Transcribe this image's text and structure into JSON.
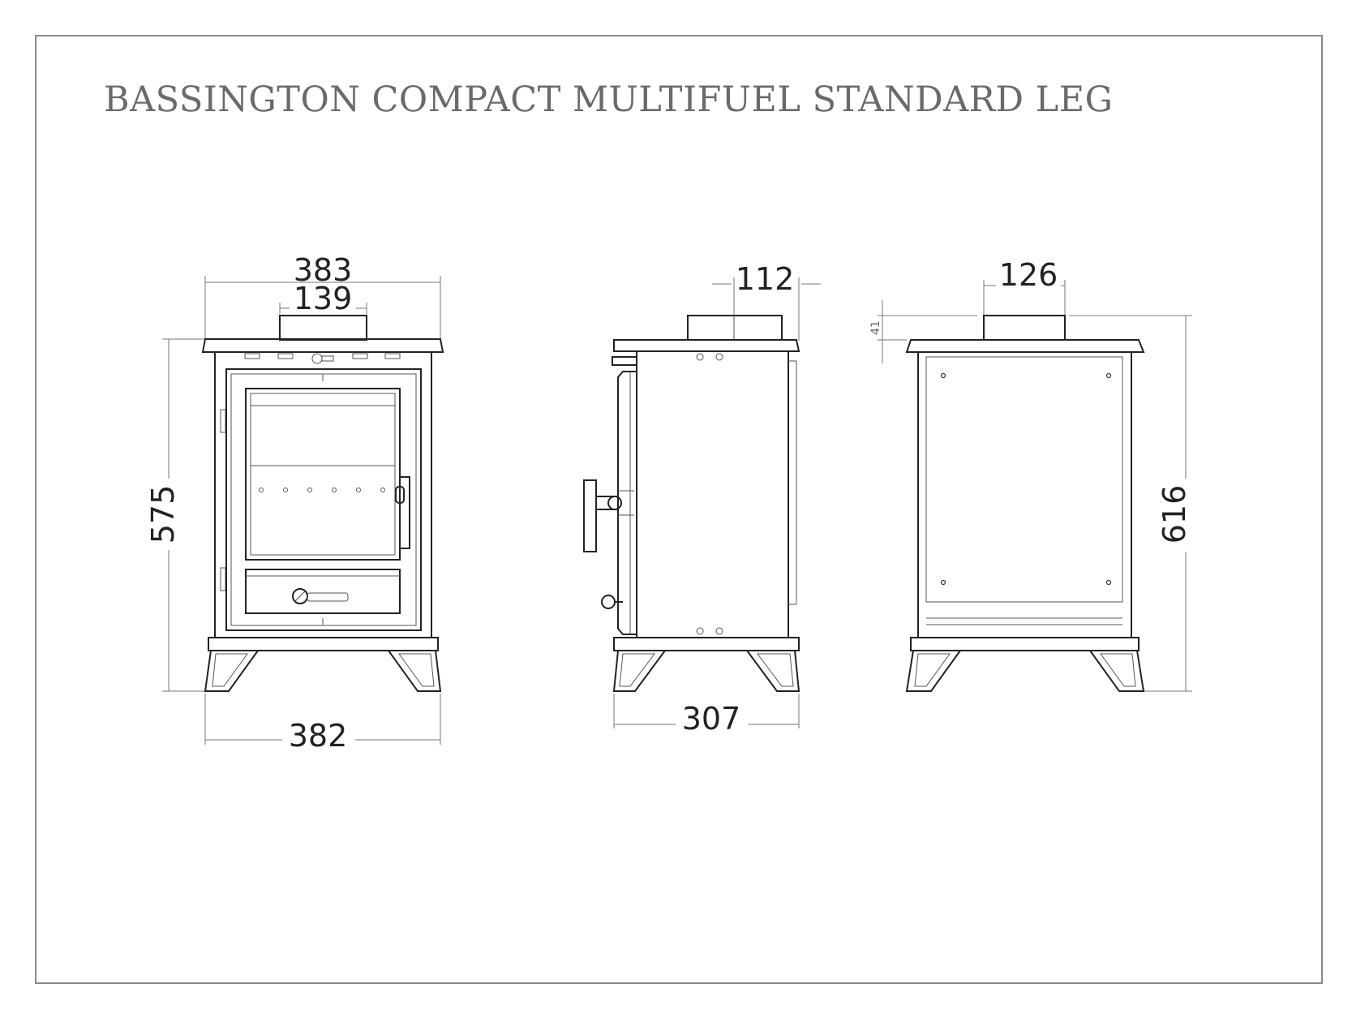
{
  "title": "BASSINGTON COMPACT MULTIFUEL STANDARD LEG",
  "views": {
    "front": {
      "top_width": "383",
      "flue_width": "139",
      "height": "575",
      "base_width": "382"
    },
    "side": {
      "flue_offset": "112",
      "depth": "307"
    },
    "rear": {
      "flue_width": "126",
      "flue_height": "41",
      "height": "616"
    }
  },
  "colors": {
    "line": "#222222",
    "frame": "#8a8a8a",
    "title": "#6a6a6a"
  }
}
